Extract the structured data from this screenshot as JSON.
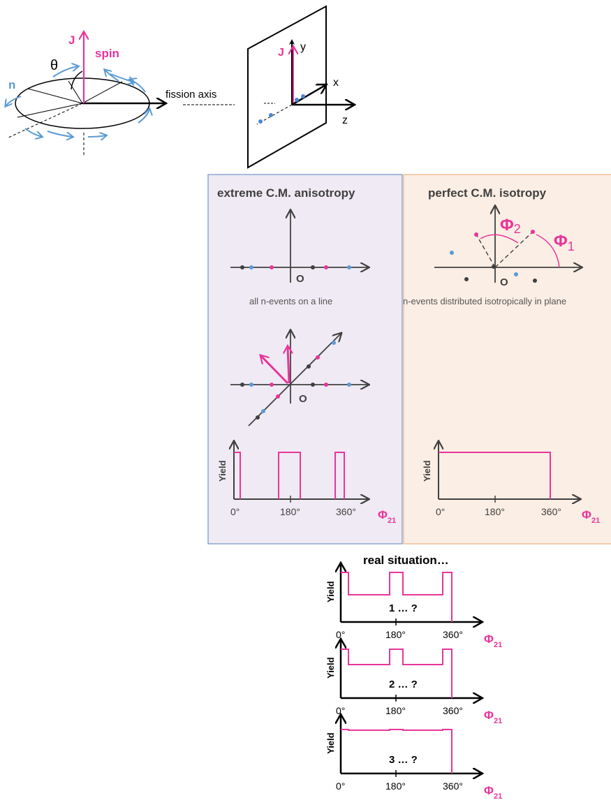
{
  "colors": {
    "magenta": "#e8359b",
    "blue": "#5b9bd5",
    "dark": "#404040",
    "black": "#000000",
    "panel_left_bg": "#efeaf3",
    "panel_left_border": "#6f95c8",
    "panel_right_bg": "#fbeee4",
    "panel_right_border": "#f0b27e",
    "grey_text": "#555555"
  },
  "top_left": {
    "j_label": "J",
    "spin_label": "spin",
    "theta_label": "θ",
    "n_label": "n",
    "fission_axis_label": "fission axis"
  },
  "top_right": {
    "j_label": "J",
    "y_label": "y",
    "x_label": "x",
    "z_label": "z"
  },
  "panel_left": {
    "title": "extreme C.M.  anisotropy",
    "origin_label_1": "O",
    "caption": "all n-events on a line",
    "origin_label_2": "O",
    "yield_label": "Yield",
    "ticks": [
      "0°",
      "180°",
      "360°"
    ],
    "phi_label": "Φ",
    "phi_sub": "21"
  },
  "panel_right": {
    "title": "perfect C.M.  isotropy",
    "phi2_label": "Φ",
    "phi2_sub": "2",
    "phi1_label": "Φ",
    "phi1_sub": "1",
    "origin_label": "O",
    "caption": "n-events distributed isotropically in plane",
    "yield_label": "Yield",
    "ticks": [
      "0°",
      "180°",
      "360°"
    ],
    "phi_label": "Φ",
    "phi_sub": "21"
  },
  "bottom": {
    "title": "real situation…",
    "plots": [
      {
        "label": "1 … ?",
        "yield_label": "Yield",
        "ticks": [
          "0°",
          "180°",
          "360°"
        ],
        "phi_label": "Φ",
        "phi_sub": "21"
      },
      {
        "label": "2 … ?",
        "yield_label": "Yield",
        "ticks": [
          "0°",
          "180°",
          "360°"
        ],
        "phi_label": "Φ",
        "phi_sub": "21"
      },
      {
        "label": "3 … ?",
        "yield_label": "Yield",
        "ticks": [
          "0°",
          "180°",
          "360°"
        ],
        "phi_label": "Φ",
        "phi_sub": "21"
      }
    ]
  },
  "chart_data": [
    {
      "type": "line",
      "xlabel": "Φ21",
      "ylabel": "Yield",
      "x_ticks": [
        "0°",
        "180°",
        "360°"
      ],
      "description_series": [
        {
          "name": "extreme C.M. anisotropy",
          "values_note": "peaks at 0°, 180°, 360°, zero elsewhere"
        }
      ]
    },
    {
      "type": "line",
      "xlabel": "Φ21",
      "ylabel": "Yield",
      "x_ticks": [
        "0°",
        "180°",
        "360°"
      ],
      "description_series": [
        {
          "name": "perfect C.M. isotropy",
          "values_note": "flat from 0° to 360°"
        }
      ]
    }
  ]
}
